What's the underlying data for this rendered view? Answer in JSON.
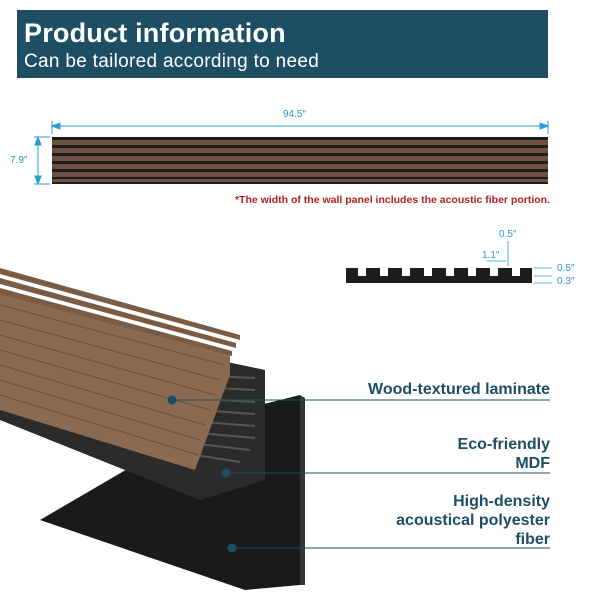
{
  "header": {
    "title": "Product information",
    "subtitle": "Can be tailored according to need"
  },
  "dimensions": {
    "length": "94.5″",
    "height": "7.9″",
    "slat_gap": "0.5″",
    "slat_width": "1.1″",
    "slat_depth": "0.5″",
    "backing_thickness": "0.3″"
  },
  "note": "*The width of the wall panel includes the acoustic fiber portion.",
  "layers": {
    "laminate": "Wood-textured laminate",
    "mdf": "Eco-friendly\nMDF",
    "fiber": "High-density\nacoustical polyester\nfiber"
  },
  "colors": {
    "header": "#1d4e63",
    "dimension": "#2a9bd1",
    "note": "#b41f1f",
    "wood": "#7a5c45",
    "black": "#1c1c1c"
  }
}
